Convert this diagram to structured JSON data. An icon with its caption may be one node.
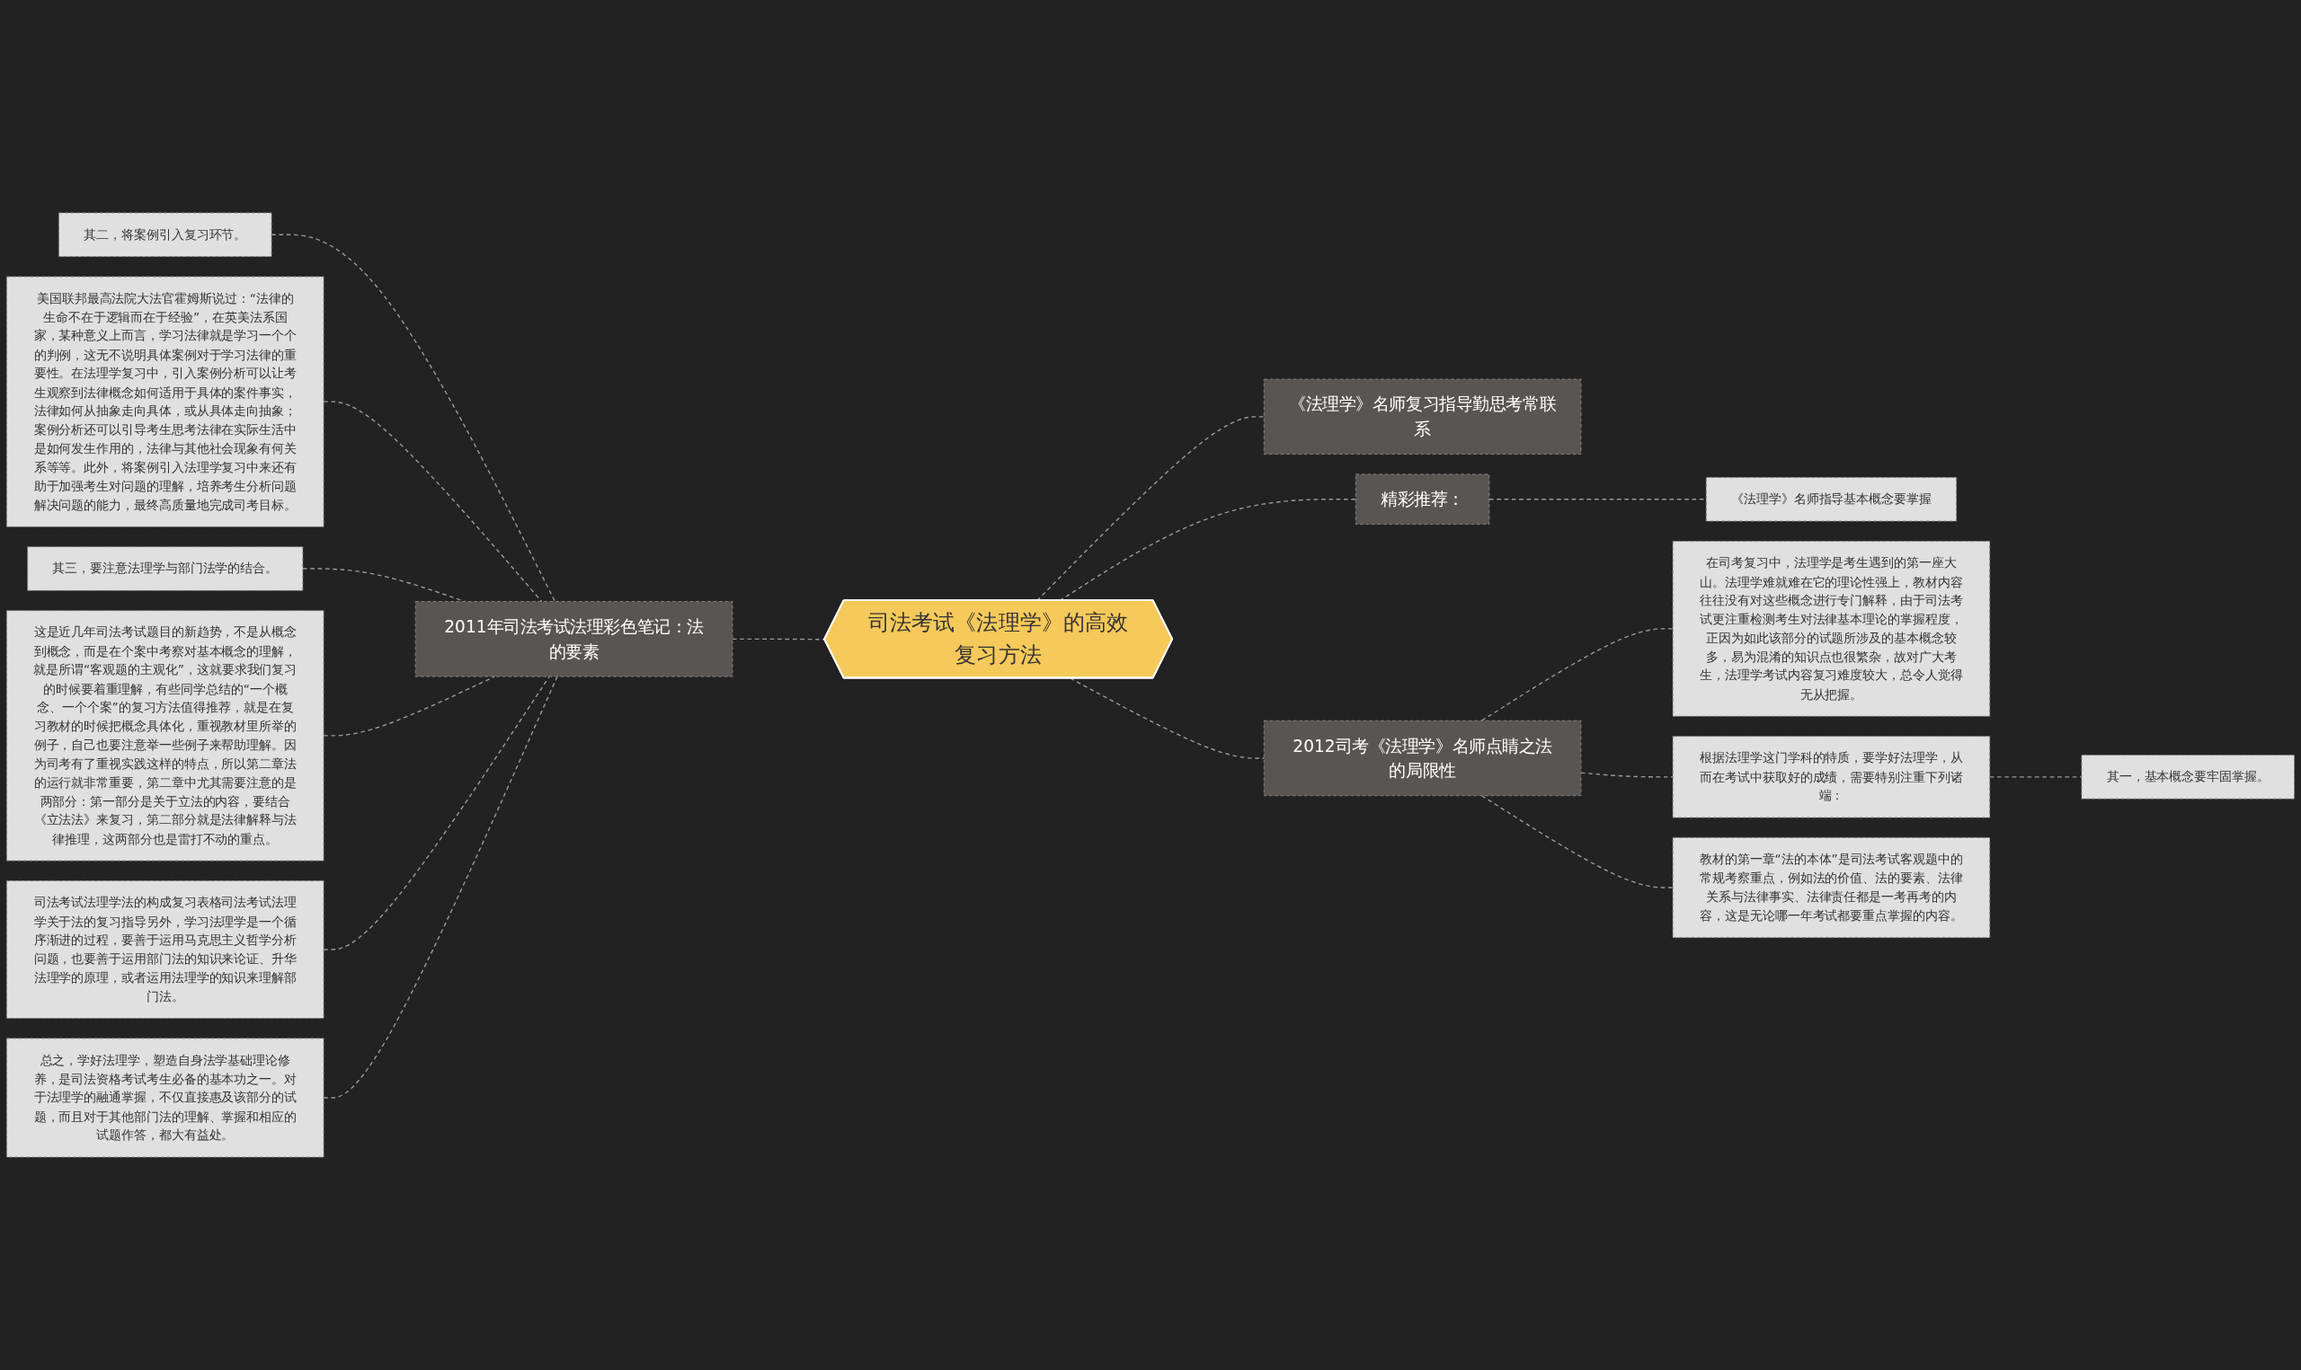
{
  "diagram": {
    "nodes": [
      {
        "text": [
          "司法考试《法理学》的高效复习方法"
        ]
      },
      {
        "text": [
          "《法理学》名师复习指导勤思考常联系"
        ]
      },
      {
        "text": [
          "2011年司法考试法理彩色笔记：法的要素"
        ]
      },
      {
        "text": [
          "其二，将案例引入复习环节。"
        ]
      },
      {
        "text": [
          "美国联邦最高法院大法官霍姆斯说过：“法律的生命不在于逻辑而在于经验”，在英美法系国家，某种意义上而言，学习法律就是学习一个个的判例，这无不说明具体案例对于学习法律的重要性。在法理学复习中，引入案例分析可以让考生观察到法律概念如何适用于具体的案件事实，法律如何从抽象走向具体，或从具体走向抽象；案例分析还可以引导考生思考法律在实际生活中是如何发生作用的，法律与其他社会现象有何关系等等。此外，将案例引入法理学复习中来还有助于加强考生对问题的理解，培养考生分析问题解决问题的能力，最终高质量地完成司考目标。"
        ]
      },
      {
        "text": [
          "其三，要注意法理学与部门法学的结合。"
        ]
      },
      {
        "text": [
          "这是近几年司法考试题目的新趋势，不是从概念到概念，而是在个案中考察对基本概念的理解，就是所谓“客观题的主观化”，这就要求我们复习的时候要着重理解，有些同学总结的“一个概念、一个个案”的复习方法值得推荐，就是在复习教材的时候把概念具体化，重视教材里所举的例子，自己也要注意举一些例子来帮助理解。因为司考有了重视实践这样的特点，所以第二章法的运行就非常重要，第二章中尤其需要注意的是两部分：第一部分是关于立法的内容，要结合《立法法》来复习，第二部分就是法律解释与法律推理，这两部分也是雷打不动的重点。"
        ]
      },
      {
        "text": [
          "司法考试法理学法的构成复习表格司法考试法理学关于法的复习指导另外，学习法理学是一个循序渐进的过程，要善于运用马克思主义哲学分析问题，也要善于运用部门法的知识来论证、升华法理学的原理，或者运用法理学的知识来理解部门法。"
        ]
      },
      {
        "text": [
          "总之，学好法理学，塑造自身法学基础理论修养，是司法资格考试考生必备的基本功之一。对于法理学的融通掌握，不仅直接惠及该部分的试题，而且对于其他部门法的理解、掌握和相应的试题作答，都大有益处。"
        ]
      },
      {
        "text": [
          "精彩推荐："
        ]
      },
      {
        "text": [
          "《法理学》名师指导基本概念要掌握"
        ]
      },
      {
        "text": [
          "2012司考《法理学》名师点睛之法的局限性"
        ]
      },
      {
        "text": [
          "在司考复习中，法理学是考生遇到的第一座大山。法理学难就难在它的理论性强上，教材内容往往没有对这些概念进行专门解释，由于司法考试更注重检测考生对法律基本理论的掌握程度，正因为如此该部分的试题所涉及的基本概念较多，易为混淆的知识点也很繁杂，故对广大考生，法理学考试内容复习难度较大，总令人觉得无从把握。"
        ]
      },
      {
        "text": [
          "根据法理学这门学科的特质，要学好法理学，从而在考试中获取好的成绩，需要特别注重下列诸端："
        ]
      },
      {
        "text": [
          "其一，基本概念要牢固掌握。"
        ]
      },
      {
        "text": [
          "教材的第一章“法的本体”是司法考试客观题中的常规考察重点，例如法的价值、法的要素、法律关系与法律事实、法律责任都是一考再考的内容，这是无论哪一年考试都要重点掌握的内容。"
        ]
      }
    ],
    "edges": [
      {
        "from": 0,
        "to": 1,
        "arrow": "none",
        "style": "dashed"
      },
      {
        "from": 0,
        "to": 2,
        "arrow": "none",
        "style": "dashed"
      },
      {
        "from": 2,
        "to": 3,
        "arrow": "none",
        "style": "dashed"
      },
      {
        "from": 2,
        "to": 4,
        "arrow": "none",
        "style": "dashed"
      },
      {
        "from": 2,
        "to": 5,
        "arrow": "none",
        "style": "dashed"
      },
      {
        "from": 2,
        "to": 6,
        "arrow": "none",
        "style": "dashed"
      },
      {
        "from": 2,
        "to": 7,
        "arrow": "none",
        "style": "dashed"
      },
      {
        "from": 2,
        "to": 8,
        "arrow": "none",
        "style": "dashed"
      },
      {
        "from": 0,
        "to": 9,
        "arrow": "none",
        "style": "dashed"
      },
      {
        "from": 9,
        "to": 10,
        "arrow": "none",
        "style": "dashed"
      },
      {
        "from": 0,
        "to": 11,
        "arrow": "none",
        "style": "dashed"
      },
      {
        "from": 11,
        "to": 12,
        "arrow": "none",
        "style": "dashed"
      },
      {
        "from": 11,
        "to": 13,
        "arrow": "none",
        "style": "dashed"
      },
      {
        "from": 13,
        "to": 14,
        "arrow": "none",
        "style": "dashed"
      },
      {
        "from": 11,
        "to": 15,
        "arrow": "none",
        "style": "dashed"
      }
    ]
  }
}
